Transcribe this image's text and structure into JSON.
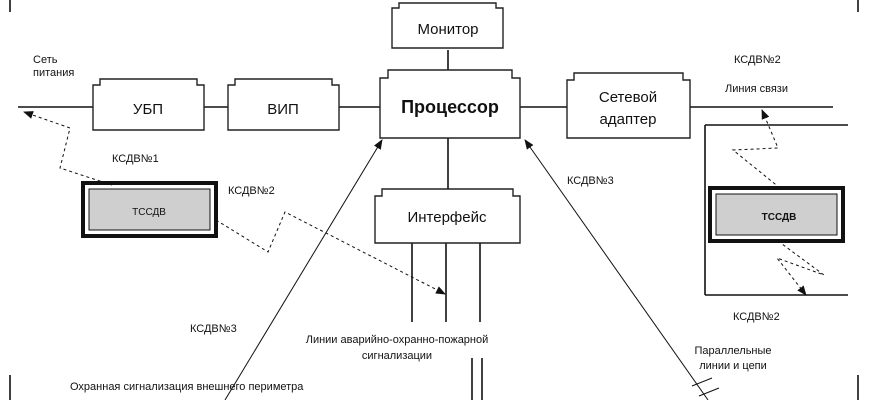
{
  "blocks": {
    "monitor": "Монитор",
    "ubp": "УБП",
    "vip": "ВИП",
    "processor": "Процессор",
    "network_adapter_line1": "Сетевой",
    "network_adapter_line2": "адаптер",
    "interface": "Интерфейс",
    "tssdv_left": "ТССДВ",
    "tssdv_right": "ТССДВ"
  },
  "labels": {
    "power_line1": "Сеть",
    "power_line2": "питания",
    "ksdv1": "КСДВ№1",
    "ksdv2_left": "КСДВ№2",
    "ksdv3_left": "КСДВ№3",
    "ksdv3_right": "КСДВ№3",
    "ksdv2_top_right": "КСДВ№2",
    "comm_line": "Линия связи",
    "ksdv2_bottom_right": "КСДВ№2",
    "alarm_lines_1": "Линии аварийно-охранно-пожарной",
    "alarm_lines_2": "сигнализации",
    "parallel_1": "Параллельные",
    "parallel_2": "линии и цепи",
    "perimeter": "Охранная сигнализация внешнего периметра"
  }
}
